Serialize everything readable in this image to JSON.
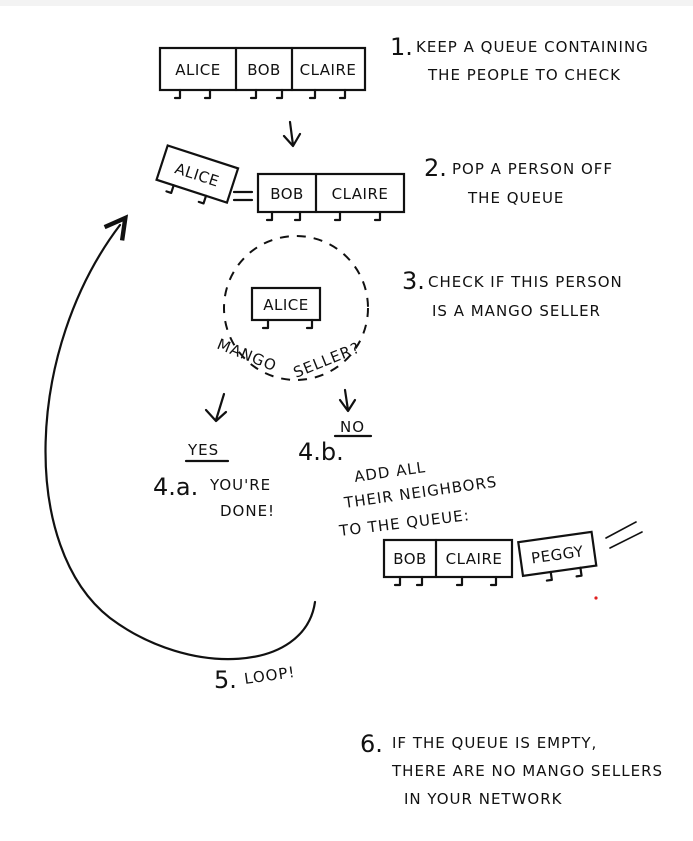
{
  "queue_initial": [
    "ALICE",
    "BOB",
    "CLAIRE"
  ],
  "queue_after_pop": [
    "BOB",
    "CLAIRE"
  ],
  "popped": "ALICE",
  "checking": "ALICE",
  "question": {
    "part1": "MANGO",
    "part2": "SELLER?"
  },
  "queue_final": [
    "BOB",
    "CLAIRE",
    "PEGGY"
  ],
  "steps": {
    "s1": {
      "num": "1.",
      "line1": "KEEP A QUEUE CONTAINING",
      "line2": "THE PEOPLE TO CHECK"
    },
    "s2": {
      "num": "2.",
      "line1": "POP A PERSON OFF",
      "line2": "THE QUEUE"
    },
    "s3": {
      "num": "3.",
      "line1": "CHECK IF THIS PERSON",
      "line2": "IS A MANGO SELLER"
    },
    "s4a": {
      "num": "4.a.",
      "head": "YES",
      "line1": "YOU'RE",
      "line2": "DONE!"
    },
    "s4b": {
      "num": "4.b.",
      "head": "NO",
      "line1": "ADD ALL",
      "line2": "THEIR NEIGHBORS",
      "line3": "TO THE QUEUE:"
    },
    "s5": {
      "num": "5.",
      "text": "LOOP!"
    },
    "s6": {
      "num": "6.",
      "line1": "IF THE QUEUE IS EMPTY,",
      "line2": "THERE ARE NO MANGO SELLERS",
      "line3": "IN YOUR NETWORK"
    }
  }
}
